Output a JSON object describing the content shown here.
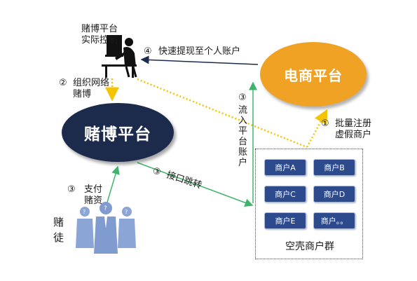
{
  "nodes": {
    "controller_label_line1": "赌博平台",
    "controller_label_line2": "实际控制",
    "gambling_platform": "赌博平台",
    "ecom_platform": "电商平台",
    "gamblers": "赌徒",
    "shell_group": "空壳商户群"
  },
  "merchants": [
    "商户A",
    "商户B",
    "商户C",
    "商户D",
    "商户E",
    "商户。。"
  ],
  "steps": {
    "step1_num": "①",
    "step1_line1": "批量注册",
    "step1_line2": "虚假商户",
    "step2_num": "②",
    "step2_line1": "组织网络",
    "step2_line2": "赌博",
    "step3a_num": "③",
    "step3a_line1": "支付",
    "step3a_line2": "赌资",
    "step3b_num": "③",
    "step3b_text": "接口跳转",
    "step3c_num": "③",
    "step3c_text": "流入平台账户",
    "step4_num": "④",
    "step4_text": "快速提现至个人账户"
  },
  "colors": {
    "dark_navy": "#1c2a4c",
    "orange": "#f0a224",
    "arrow_yellow": "#f4c400",
    "arrow_green": "#3fb56b",
    "arrow_navy": "#1c2a4c",
    "merchant_blue": "#2d4a8c",
    "people_blue": "#8ba6d6"
  },
  "icons": [
    "controller-person-icon",
    "gambler-person-icon"
  ]
}
